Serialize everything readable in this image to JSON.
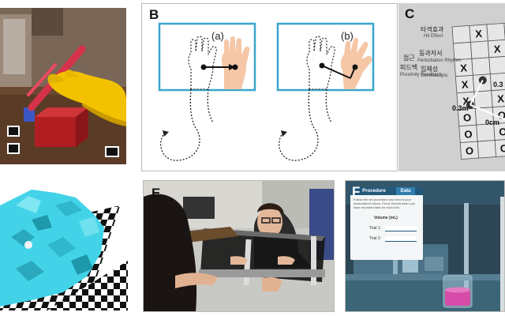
{
  "figure": {
    "panels": {
      "A": {
        "label": ""
      },
      "B": {
        "label": "B",
        "sub_a": "(a)",
        "sub_b": "(b)"
      },
      "C": {
        "label": "C",
        "grid_marks": [
          "",
          "X",
          "",
          "X",
          "",
          "",
          "X",
          "",
          "X",
          "",
          "",
          "",
          "X",
          "",
          "",
          "",
          "X",
          "",
          "X",
          "",
          "O",
          "",
          "O",
          "",
          "O",
          "",
          "O",
          "",
          "O",
          "",
          "O",
          ""
        ],
        "texts": {
          "hit_kr": "타격효과",
          "hit_en": "Hit Effect",
          "motion_kr": "동과저서",
          "motion_en": "Perturbation Rhythm",
          "prox_kr": "접근",
          "prox_kr2": "피드백",
          "prox_en": "Proximity Feedback",
          "solid_kr": "입체성",
          "solid_en": "Stereoscopic",
          "dist1": "0.3m",
          "dist2": "0.3",
          "dist3": "0cm"
        }
      },
      "D": {
        "label": ""
      },
      "E": {
        "label": "E"
      },
      "F": {
        "label": "F",
        "tabs": [
          "Procedure",
          "Data"
        ],
        "instruction": "Follow the set procedure and record your observations below. Press Submit when you have recorded data for each trial.",
        "volume_title": "Volume (mL)",
        "trial1": "Trial 1:",
        "trial2": "Trial 2:"
      }
    },
    "colors": {
      "b_frame": "#3aa6cc",
      "glove": "#f2c200",
      "marker": "#d6314a",
      "cyan_mesh": "#43d3e8",
      "liquid": "#d64ca8",
      "vr_bg": "#2c4656"
    }
  }
}
